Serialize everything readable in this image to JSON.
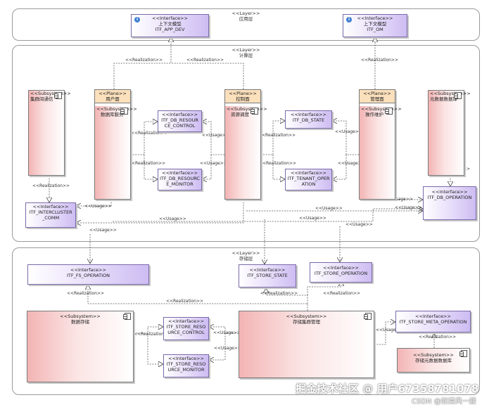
{
  "layers": {
    "app": {
      "stereotype": "<<Layer>>",
      "name": "应用层"
    },
    "compute": {
      "stereotype": "<<Layer>>",
      "name": "计算层"
    },
    "storage": {
      "stereotype": "<<Layer>>",
      "name": "存储层"
    }
  },
  "interfaces": {
    "app_dev": {
      "stereotype": "<<Interface>>",
      "lines": [
        "上下文模型",
        "ITF_APP_DEV"
      ]
    },
    "om": {
      "stereotype": "<<Interface>>",
      "lines": [
        "上下文模型",
        "ITF_OM"
      ]
    },
    "db_resource_control": {
      "stereotype": "<<Interface>>",
      "lines": [
        "ITF_DB_RESOUR",
        "CE_CONTROL"
      ]
    },
    "db_resource_monitor": {
      "stereotype": "<<Interface>>",
      "lines": [
        "ITF_DB_RESOURC",
        "E_MONITOR"
      ]
    },
    "db_state": {
      "stereotype": "<<Interface>>",
      "lines": [
        "ITF_DB_STATE"
      ]
    },
    "tenant_operation": {
      "stereotype": "<<Interface>>",
      "lines": [
        "ITF_TENANT_OPER",
        "ATION"
      ]
    },
    "intercluster_comm": {
      "stereotype": "<<Interface>>",
      "lines": [
        "ITF_INTERCLUSTER",
        "_COMM"
      ]
    },
    "db_operation": {
      "stereotype": "<<Interface>>",
      "lines": [
        "ITF_DB_OPERATION"
      ]
    },
    "fs_operation": {
      "stereotype": "<<Interface>>",
      "lines": [
        "ITF_FS_OPERATION"
      ]
    },
    "store_state": {
      "stereotype": "<<Interface>>",
      "lines": [
        "ITF_STORE_STATE"
      ]
    },
    "store_operation": {
      "stereotype": "<<Interface>>",
      "lines": [
        "ITF_STORE_OPERATION"
      ]
    },
    "store_resource_control": {
      "stereotype": "<<Interface>>",
      "lines": [
        "ITF_STORE_RESO",
        "URCE_CONTROL"
      ]
    },
    "store_resource_monitor": {
      "stereotype": "<<Interface>>",
      "lines": [
        "ITF_STORE_RESO",
        "URCE_MONITOR"
      ]
    },
    "store_meta_operation": {
      "stereotype": "<<Interface>>",
      "lines": [
        "ITF_STORE_META_OPERATION"
      ]
    }
  },
  "planes": {
    "user": {
      "stereotype": "<<Plane>>",
      "name": "用户面",
      "sub_stereotype": "<<Subsystem>>",
      "sub_name": "数据库服务"
    },
    "control": {
      "stereotype": "<<Plane>>",
      "name": "控制面",
      "sub_stereotype": "<<Subsystem>>",
      "sub_name": "资源调度"
    },
    "manage": {
      "stereotype": "<<Plane>>",
      "name": "管理面",
      "sub_stereotype": "<<Subsystem>>",
      "sub_name": "操作维护"
    }
  },
  "subsystems": {
    "intercluster": {
      "stereotype": "<<Subsystem>>",
      "name": "集群间通信"
    },
    "metadb": {
      "stereotype": "<<Subsystem>>",
      "name": "元数据数据库"
    },
    "data_store": {
      "stereotype": "<<Subsystem>>",
      "name": "数据存储"
    },
    "store_cluster_mgmt": {
      "stereotype": "<<Subsystem>>",
      "name": "存储集群管理"
    },
    "store_metadata": {
      "stereotype": "<<Subsystem>>",
      "name": "存储元数据数据库"
    }
  },
  "connector_labels": {
    "realization": "<<Realization>>",
    "usage": "<<Usage>>"
  },
  "icons": {
    "interface_icon": "info-circle-icon",
    "subsystem_icon": "component-icon"
  },
  "colors": {
    "interface": "#cdbcf2",
    "subsystem": "#f3b4b4",
    "plane_header": "#fbe0bc"
  },
  "watermark": {
    "main": "掘金技术社区 @ 用户6735878​1078",
    "sub": "CSDN @如清风一般"
  }
}
